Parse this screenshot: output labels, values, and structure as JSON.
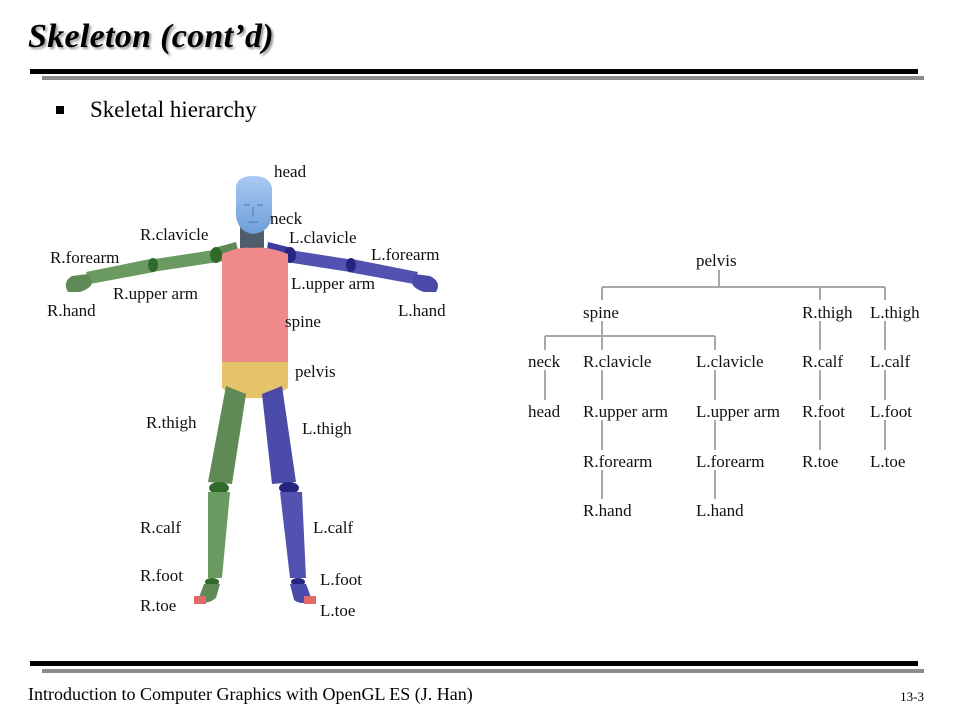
{
  "slide": {
    "title": "Skeleton (cont’d)",
    "bullet": "Skeletal hierarchy",
    "footer": "Introduction to Computer Graphics with OpenGL ES (J. Han)",
    "page_number": "13-3"
  },
  "figure_labels": {
    "head": "head",
    "neck": "neck",
    "r_clavicle": "R.clavicle",
    "l_clavicle": "L.clavicle",
    "r_forearm": "R.forearm",
    "l_forearm": "L.forearm",
    "r_upper_arm": "R.upper arm",
    "l_upper_arm": "L.upper arm",
    "r_hand": "R.hand",
    "l_hand": "L.hand",
    "spine": "spine",
    "pelvis": "pelvis",
    "r_thigh": "R.thigh",
    "l_thigh": "L.thigh",
    "r_calf": "R.calf",
    "l_calf": "L.calf",
    "r_foot": "R.foot",
    "l_foot": "L.foot",
    "r_toe": "R.toe",
    "l_toe": "L.toe"
  },
  "tree": {
    "pelvis": "pelvis",
    "spine": "spine",
    "r_thigh": "R.thigh",
    "l_thigh": "L.thigh",
    "neck": "neck",
    "r_clavicle": "R.clavicle",
    "l_clavicle": "L.clavicle",
    "r_calf": "R.calf",
    "l_calf": "L.calf",
    "head": "head",
    "r_upper_arm": "R.upper arm",
    "l_upper_arm": "L.upper arm",
    "r_foot": "R.foot",
    "l_foot": "L.foot",
    "r_forearm": "R.forearm",
    "l_forearm": "L.forearm",
    "r_toe": "R.toe",
    "l_toe": "L.toe",
    "r_hand": "R.hand",
    "l_hand": "L.hand"
  },
  "colors": {
    "head": "#8fb8ea",
    "neck": "#4d5d6b",
    "torso": "#f08a8a",
    "pelvis": "#e4c36a",
    "right_limbs": "#5f8a55",
    "left_limbs": "#4a4aa8",
    "tree_lines": "#a8a8a8"
  }
}
